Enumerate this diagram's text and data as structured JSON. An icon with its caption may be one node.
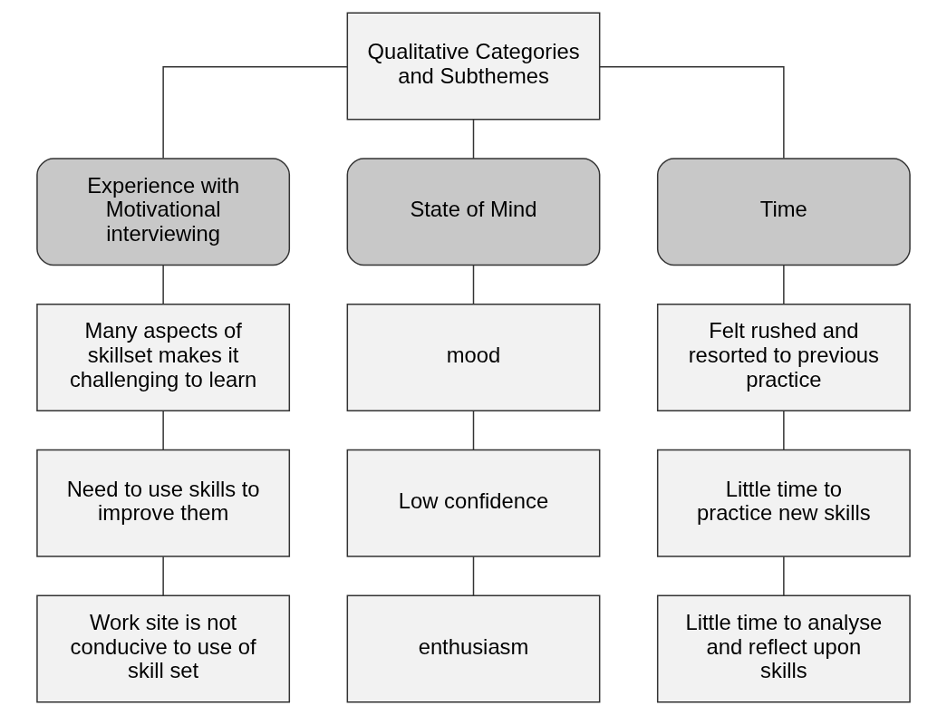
{
  "diagram": {
    "nodes": [
      {
        "text": [
          "Qualitative Categories and Subthemes"
        ]
      },
      {
        "text": [
          "Experience with Motivational interviewing"
        ]
      },
      {
        "text": [
          "State of Mind"
        ]
      },
      {
        "text": [
          "Time"
        ]
      },
      {
        "text": [
          "Many aspects of skillset makes it challenging to learn"
        ]
      },
      {
        "text": [
          "mood"
        ]
      },
      {
        "text": [
          "Felt rushed and resorted to previous practice"
        ]
      },
      {
        "text": [
          "Need to use skills to improve them"
        ]
      },
      {
        "text": [
          "Low confidence"
        ]
      },
      {
        "text": [
          "Little time to practice new skills"
        ]
      },
      {
        "text": [
          "Work site is not conducive to use of skill set"
        ]
      },
      {
        "text": [
          "enthusiasm"
        ]
      },
      {
        "text": [
          "Little time to analyse and reflect upon skills"
        ]
      }
    ],
    "edges": [
      {
        "from": 0,
        "to": 1,
        "arrow": "none"
      },
      {
        "from": 0,
        "to": 2,
        "arrow": "none"
      },
      {
        "from": 0,
        "to": 3,
        "arrow": "none"
      },
      {
        "from": 1,
        "to": 4,
        "arrow": "none"
      },
      {
        "from": 4,
        "to": 7,
        "arrow": "none"
      },
      {
        "from": 7,
        "to": 10,
        "arrow": "none"
      },
      {
        "from": 2,
        "to": 5,
        "arrow": "none"
      },
      {
        "from": 5,
        "to": 8,
        "arrow": "none"
      },
      {
        "from": 8,
        "to": 11,
        "arrow": "none"
      },
      {
        "from": 3,
        "to": 6,
        "arrow": "none"
      },
      {
        "from": 6,
        "to": 9,
        "arrow": "none"
      },
      {
        "from": 9,
        "to": 12,
        "arrow": "none"
      }
    ]
  }
}
